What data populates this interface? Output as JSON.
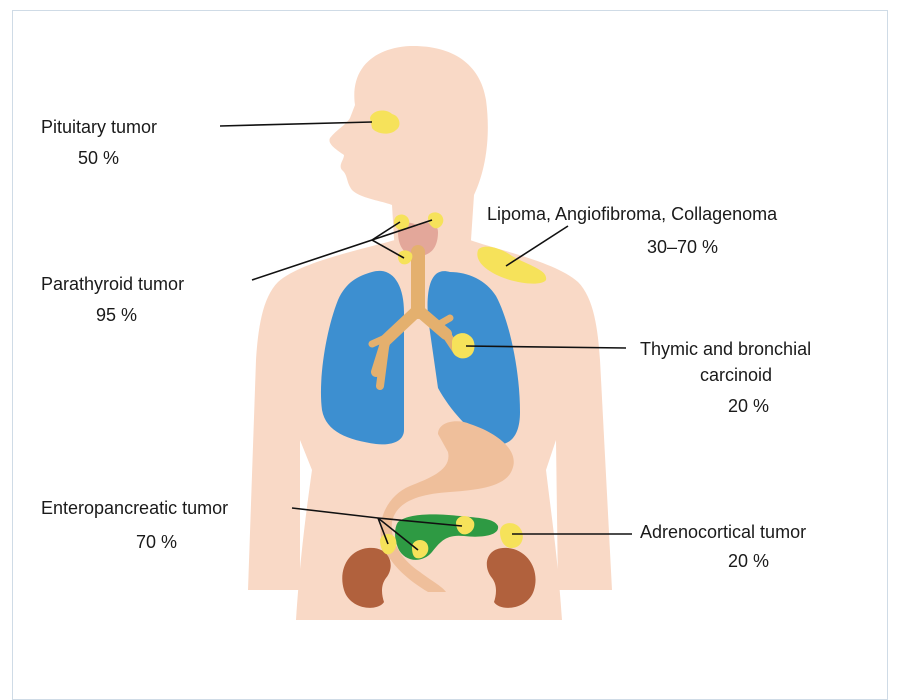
{
  "labels": {
    "pituitary": {
      "name": "Pituitary tumor",
      "pct": "50 %"
    },
    "parathyroid": {
      "name": "Parathyroid tumor",
      "pct": "95 %"
    },
    "lipoma": {
      "name": "Lipoma, Angiofibroma, Collagenoma",
      "pct": "30–70 %"
    },
    "thymic": {
      "name_line1": "Thymic and bronchial",
      "name_line2": "carcinoid",
      "pct": "20 %"
    },
    "enteropancreatic": {
      "name": "Enteropancreatic tumor",
      "pct": "70 %"
    },
    "adrenocortical": {
      "name": "Adrenocortical tumor",
      "pct": "20 %"
    }
  },
  "colors": {
    "skin": "#f9d9c6",
    "lung": "#3d8fd0",
    "bronchi": "#e4b06e",
    "tumor": "#f6e25a",
    "thyroid": "#e3a79a",
    "stomach": "#efbf9b",
    "pancreas": "#2e9a43",
    "kidney": "#b1613d",
    "line": "#111111",
    "frame": "#cfdbe6"
  }
}
